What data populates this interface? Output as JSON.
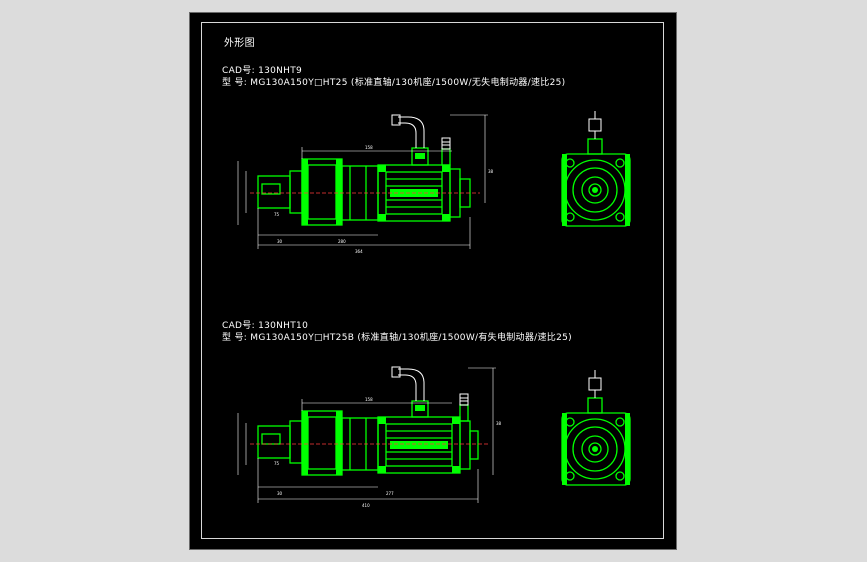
{
  "drawing": {
    "title": "外形图",
    "motor1": {
      "cad_no": "CAD号: 130NHT9",
      "model": "型 号: MG130A150Y□HT25 (标准直轴/130机座/1500W/无失电制动器/速比25)",
      "dims": {
        "top": "158",
        "right": "38",
        "base": "30",
        "body": "280",
        "total": "364",
        "end": "75"
      }
    },
    "motor2": {
      "cad_no": "CAD号: 130NHT10",
      "model": "型 号: MG130A150Y□HT25B (标准直轴/130机座/1500W/有失电制动器/速比25)",
      "dims": {
        "top": "158",
        "right": "38",
        "base": "30",
        "body": "277",
        "total": "410",
        "end": "75"
      }
    }
  },
  "colors": {
    "background": "#000000",
    "outline": "#00ff00",
    "text": "#ffffff",
    "centerline": "#ff3b3b",
    "window_bg": "#dcdcdc"
  }
}
